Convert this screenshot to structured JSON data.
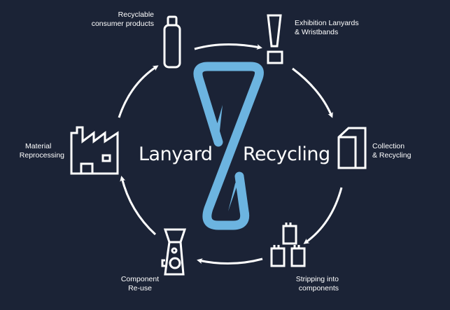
{
  "title_left": "Lanyard",
  "title_right": "Recycling",
  "colors": {
    "background": "#1b2336",
    "accent": "#6cb4e0",
    "foreground": "#ffffff"
  },
  "stages": [
    {
      "line1": "Recyclable",
      "line2": "consumer products",
      "icon": "bottle-icon"
    },
    {
      "line1": "Exhibition Lanyards",
      "line2": "& Wristbands",
      "icon": "lanyard-clip-icon"
    },
    {
      "line1": "Collection",
      "line2": "& Recycling",
      "icon": "recycling-bin-icon"
    },
    {
      "line1": "Stripping into",
      "line2": "components",
      "icon": "batteries-icon"
    },
    {
      "line1": "Component",
      "line2": "Re-use",
      "icon": "coffee-machine-icon"
    },
    {
      "line1": "Material",
      "line2": "Reprocessing",
      "icon": "factory-icon"
    }
  ]
}
